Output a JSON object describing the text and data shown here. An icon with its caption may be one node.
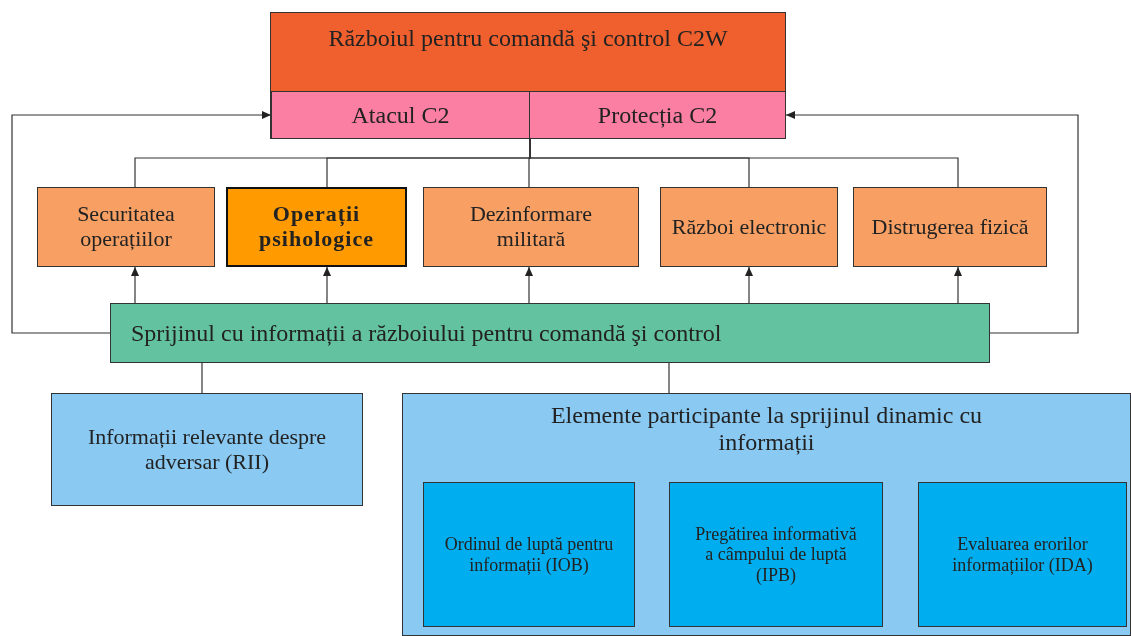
{
  "diagram": {
    "nodes": [
      {
        "text": [
          "Războiul pentru comandă şi control C2W"
        ]
      },
      {
        "text": [
          "Atacul C2"
        ],
        "in": 0
      },
      {
        "text": [
          "Protecția C2"
        ],
        "in": 0
      },
      {
        "text": [
          "Securitatea operațiilor"
        ]
      },
      {
        "text": [
          "Operații psihologice"
        ]
      },
      {
        "text": [
          "Dezinformare militară"
        ]
      },
      {
        "text": [
          "Război electronic"
        ]
      },
      {
        "text": [
          "Distrugerea fizică"
        ]
      },
      {
        "text": [
          "Sprijinul cu informații a războiului pentru comandă şi control"
        ]
      },
      {
        "text": [
          "Informații relevante despre adversar (RII)"
        ]
      },
      {
        "text": [
          "Elemente participante la sprijinul dinamic cu informații"
        ]
      },
      {
        "text": [
          "Ordinul de luptă pentru informații (IOB)"
        ],
        "in": 10
      },
      {
        "text": [
          "Pregătirea informativă a câmpului de luptă (IPB)"
        ],
        "in": 10
      },
      {
        "text": [
          "Evaluarea erorilor informațiilor (IDA)"
        ],
        "in": 10
      }
    ],
    "edges": [
      {
        "from": 0,
        "to": 3,
        "arrow": "none"
      },
      {
        "from": 0,
        "to": 4,
        "arrow": "none"
      },
      {
        "from": 0,
        "to": 5,
        "arrow": "none"
      },
      {
        "from": 0,
        "to": 6,
        "arrow": "none"
      },
      {
        "from": 0,
        "to": 7,
        "arrow": "none"
      },
      {
        "from": 8,
        "to": 3,
        "arrow": "to"
      },
      {
        "from": 8,
        "to": 4,
        "arrow": "to"
      },
      {
        "from": 8,
        "to": 5,
        "arrow": "to"
      },
      {
        "from": 8,
        "to": 6,
        "arrow": "to"
      },
      {
        "from": 8,
        "to": 7,
        "arrow": "to"
      },
      {
        "from": 8,
        "to": 1,
        "arrow": "to"
      },
      {
        "from": 8,
        "to": 2,
        "arrow": "to"
      },
      {
        "from": 8,
        "to": 9,
        "arrow": "none"
      },
      {
        "from": 8,
        "to": 10,
        "arrow": "none"
      }
    ]
  }
}
